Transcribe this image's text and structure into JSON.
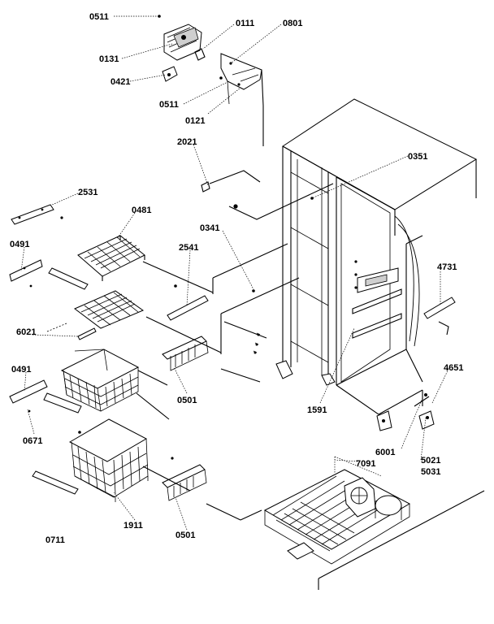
{
  "labels": {
    "p0511a": "0511",
    "p0111": "0111",
    "p0801": "0801",
    "p0131": "0131",
    "p0421": "0421",
    "p0511b": "0511",
    "p0121": "0121",
    "p2021": "2021",
    "p0351": "0351",
    "p2531": "2531",
    "p0481": "0481",
    "p0491a": "0491",
    "p2541": "2541",
    "p0341": "0341",
    "p4731": "4731",
    "p6021": "6021",
    "p0491b": "0491",
    "p4651": "4651",
    "p0501a": "0501",
    "p1591": "1591",
    "p0671": "0671",
    "p6001": "6001",
    "p5021": "5021",
    "p5031": "5031",
    "p7091": "7091",
    "p1911": "1911",
    "p0501b": "0501",
    "p0711": "0711"
  }
}
